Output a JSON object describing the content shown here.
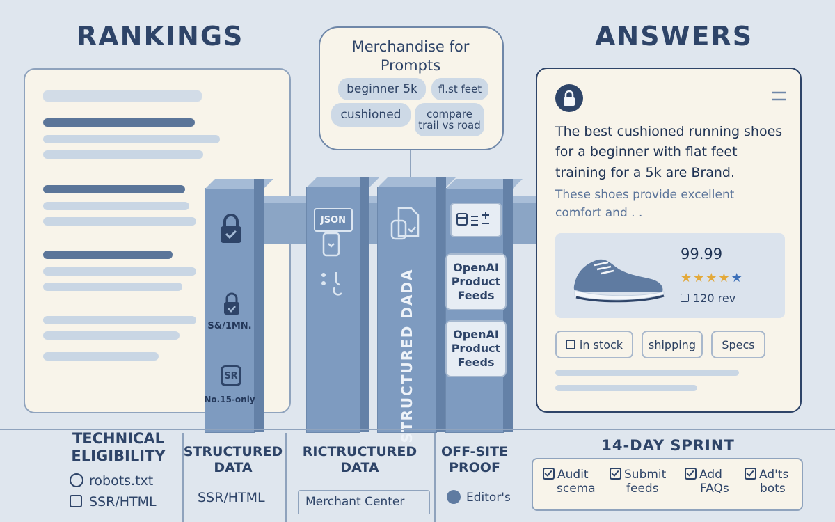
{
  "titles": {
    "rankings": "RANKINGS",
    "answers": "ANSWERS"
  },
  "prompt_bubble": {
    "title": "Merchandise for Prompts",
    "chips": [
      "beginner 5k",
      "fl.st feet",
      "cushioned",
      "compare trail vs road"
    ]
  },
  "pillars": {
    "technical": {
      "label1": "S&/1MN.",
      "badge": "SR",
      "label2": "No.15-only"
    },
    "schema": {
      "json_label": "JSON"
    },
    "structured": {
      "vertical_label": "STRUCTURED DADA"
    },
    "offsite": {
      "feed_cards": [
        "OpenAI Product Feeds",
        "OpenAI Product Feeds"
      ]
    }
  },
  "answer_card": {
    "headline": "The best cushioned running shoes for a beginner with flat feet training for a 5k are Brand.",
    "subtext": "These shoes provide excellent comfort and . .",
    "price": "99.99",
    "rating": 4.5,
    "reviews": "120 rev",
    "buttons": [
      "in stock",
      "shipping",
      "Specs"
    ]
  },
  "columns": {
    "technical": {
      "title": "TECHNICAL ELIGIBILITY",
      "items": [
        "robots.txt",
        "SSR/HTML"
      ]
    },
    "structured": {
      "title": "STRUCTURED DATA",
      "item": "SSR/HTML"
    },
    "ricstructured": {
      "title": "RICTRUCTURED DATA",
      "item": "Merchant Center"
    },
    "offsite": {
      "title": "OFF-SITE PROOF",
      "item": "Editor's"
    }
  },
  "sprint": {
    "title": "14-DAY SPRINT",
    "tasks": [
      {
        "line1": "Audit",
        "line2": "scema"
      },
      {
        "line1": "Submit",
        "line2": "feeds"
      },
      {
        "line1": "Add",
        "line2": "FAQs"
      },
      {
        "line1": "Ad'ts",
        "line2": "bots"
      }
    ]
  },
  "colors": {
    "accent": "#2e4468",
    "pillar": "#7e9bc0",
    "star": "#e3a93a",
    "star_half": "#3c6fb8"
  }
}
